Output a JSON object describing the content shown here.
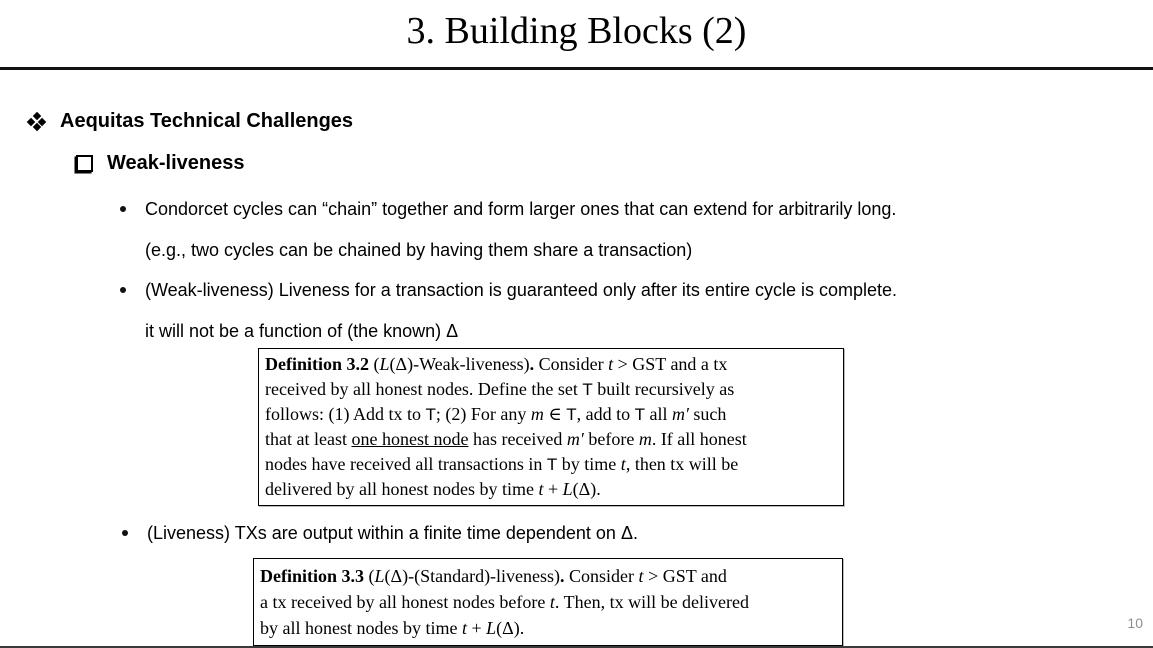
{
  "slide": {
    "title": "3. Building Blocks (2)",
    "page_number": "10"
  },
  "colors": {
    "text": "#000000",
    "page_number": "#8f8f8f",
    "rule": "#111111"
  },
  "icons": {
    "section_marker": "four-diamonds-icon",
    "subsection_marker": "checkbox-icon",
    "bullet_marker": "dot-icon"
  },
  "outline": {
    "section_label": "Aequitas Technical Challenges",
    "subsection_label": "Weak-liveness"
  },
  "bullets": [
    {
      "lines": [
        "Condorcet cycles can “chain” together and form larger ones that can extend for arbitrarily long.",
        "(e.g., two cycles can be chained by having them share a transaction)"
      ]
    },
    {
      "lines": [
        "(Weak-liveness) Liveness for a transaction is guaranteed only after its entire cycle is complete.",
        "it will not be a function of (the known) Δ"
      ]
    },
    {
      "lines": [
        "(Liveness) TXs are output within a finite time dependent on Δ."
      ]
    }
  ],
  "definitions": [
    {
      "id": "3.2",
      "lines": [
        [
          {
            "t": "Definition 3.2 ",
            "s": "b"
          },
          {
            "t": "(",
            "s": "n"
          },
          {
            "t": "L",
            "s": "i"
          },
          {
            "t": "(Δ)-Weak-liveness)",
            "s": "n"
          },
          {
            "t": ".",
            "s": "b"
          },
          {
            "t": "  Consider ",
            "s": "n"
          },
          {
            "t": "t",
            "s": "i"
          },
          {
            "t": " > GST and a tx",
            "s": "n"
          }
        ],
        [
          {
            "t": "received by all honest nodes. Define the set ",
            "s": "n"
          },
          {
            "t": "T",
            "s": "sf"
          },
          {
            "t": " built recursively as",
            "s": "n"
          }
        ],
        [
          {
            "t": "follows: (1) Add tx to ",
            "s": "n"
          },
          {
            "t": "T",
            "s": "sf"
          },
          {
            "t": "; (2) For any ",
            "s": "n"
          },
          {
            "t": "m",
            "s": "i"
          },
          {
            "t": " ∈ ",
            "s": "n"
          },
          {
            "t": "T",
            "s": "sf"
          },
          {
            "t": ", add to ",
            "s": "n"
          },
          {
            "t": "T",
            "s": "sf"
          },
          {
            "t": " all ",
            "s": "n"
          },
          {
            "t": "m′",
            "s": "i"
          },
          {
            "t": " such",
            "s": "n"
          }
        ],
        [
          {
            "t": "that at least ",
            "s": "n"
          },
          {
            "t": "one honest node",
            "s": "u"
          },
          {
            "t": " has received ",
            "s": "n"
          },
          {
            "t": "m′",
            "s": "i"
          },
          {
            "t": " before ",
            "s": "n"
          },
          {
            "t": "m",
            "s": "i"
          },
          {
            "t": ". If all honest",
            "s": "n"
          }
        ],
        [
          {
            "t": "nodes have received all transactions in ",
            "s": "n"
          },
          {
            "t": "T",
            "s": "sf"
          },
          {
            "t": " by time ",
            "s": "n"
          },
          {
            "t": "t",
            "s": "i"
          },
          {
            "t": ", then tx will be",
            "s": "n"
          }
        ],
        [
          {
            "t": "delivered by all honest nodes by time ",
            "s": "n"
          },
          {
            "t": "t",
            "s": "i"
          },
          {
            "t": " + ",
            "s": "n"
          },
          {
            "t": "L",
            "s": "i"
          },
          {
            "t": "(Δ).",
            "s": "n"
          }
        ]
      ]
    },
    {
      "id": "3.3",
      "lines": [
        [
          {
            "t": "Definition 3.3 ",
            "s": "b"
          },
          {
            "t": "(",
            "s": "n"
          },
          {
            "t": "L",
            "s": "i"
          },
          {
            "t": "(Δ)-(Standard)-liveness)",
            "s": "n"
          },
          {
            "t": ".",
            "s": "b"
          },
          {
            "t": "  Consider ",
            "s": "n"
          },
          {
            "t": "t",
            "s": "i"
          },
          {
            "t": " > GST and",
            "s": "n"
          }
        ],
        [
          {
            "t": "a tx received by all honest nodes before ",
            "s": "n"
          },
          {
            "t": "t",
            "s": "i"
          },
          {
            "t": ". Then, tx will be delivered",
            "s": "n"
          }
        ],
        [
          {
            "t": "by all honest nodes by time ",
            "s": "n"
          },
          {
            "t": "t",
            "s": "i"
          },
          {
            "t": " + ",
            "s": "n"
          },
          {
            "t": "L",
            "s": "i"
          },
          {
            "t": "(Δ).",
            "s": "n"
          }
        ]
      ]
    }
  ]
}
